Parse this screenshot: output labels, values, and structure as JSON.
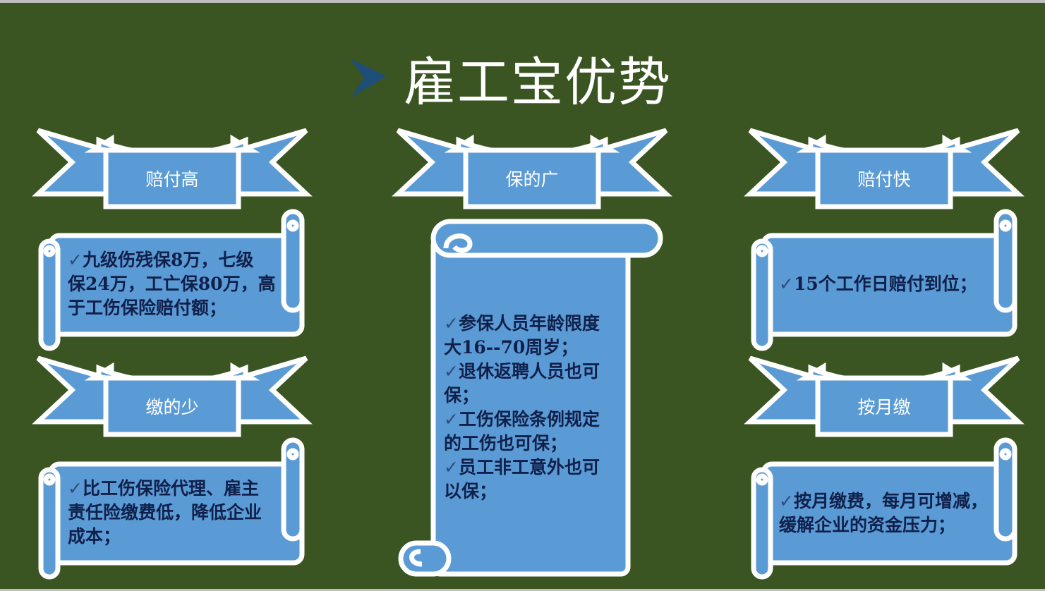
{
  "title": "雇工宝优势",
  "colors": {
    "background": "#3a5522",
    "ribbon_fill": "#5b9bd5",
    "outline": "#ffffff",
    "text": "#10204a",
    "arrow": "#1f4e79"
  },
  "icons": {
    "title_bullet": "arrowhead-icon",
    "item_check": "checkmark-icon"
  },
  "ribbons": [
    {
      "label": "赔付高"
    },
    {
      "label": "保的广"
    },
    {
      "label": "赔付快"
    },
    {
      "label": "缴的少"
    },
    {
      "label": "按月缴"
    }
  ],
  "scrolls": [
    {
      "lines": [
        "✓九级伤残保8万，七级",
        "保24万，工亡保80万，高",
        "于工伤保险赔付额；"
      ]
    },
    {
      "lines": [
        "✓参保人员年龄限度",
        "大16--70周岁；",
        "✓退休返聘人员也可",
        "保；",
        "✓工伤保险条例规定",
        "的工伤也可保；",
        "✓员工非工意外也可",
        "以保；"
      ]
    },
    {
      "lines": [
        "✓15个工作日赔付到位；"
      ]
    },
    {
      "lines": [
        "✓比工伤保险代理、雇主",
        "责任险缴费低，降低企业",
        "成本；"
      ]
    },
    {
      "lines": [
        "✓按月缴费，每月可增减，",
        "缓解企业的资金压力；"
      ]
    }
  ]
}
